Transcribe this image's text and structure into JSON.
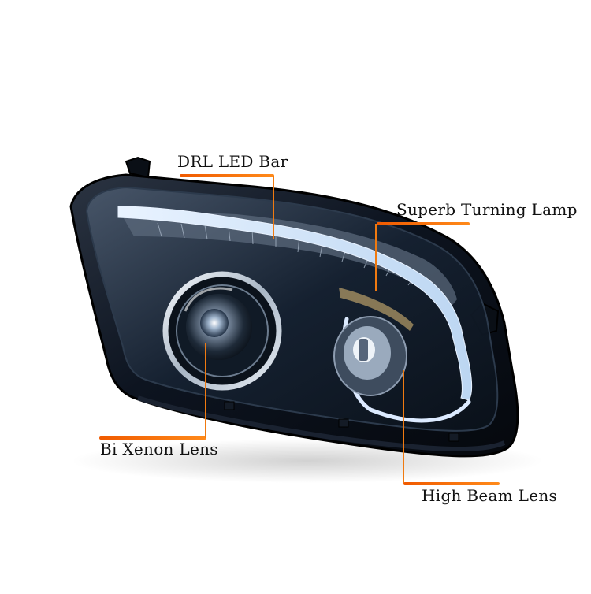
{
  "callouts": {
    "drl": "DRL LED Bar",
    "turning": "Superb Turning Lamp",
    "bixenon": "Bi Xenon Lens",
    "highbeam": "High Beam Lens"
  },
  "colors": {
    "accent": "#f47a10",
    "housing": "#0b1220",
    "chrome": "#c9d3df"
  }
}
